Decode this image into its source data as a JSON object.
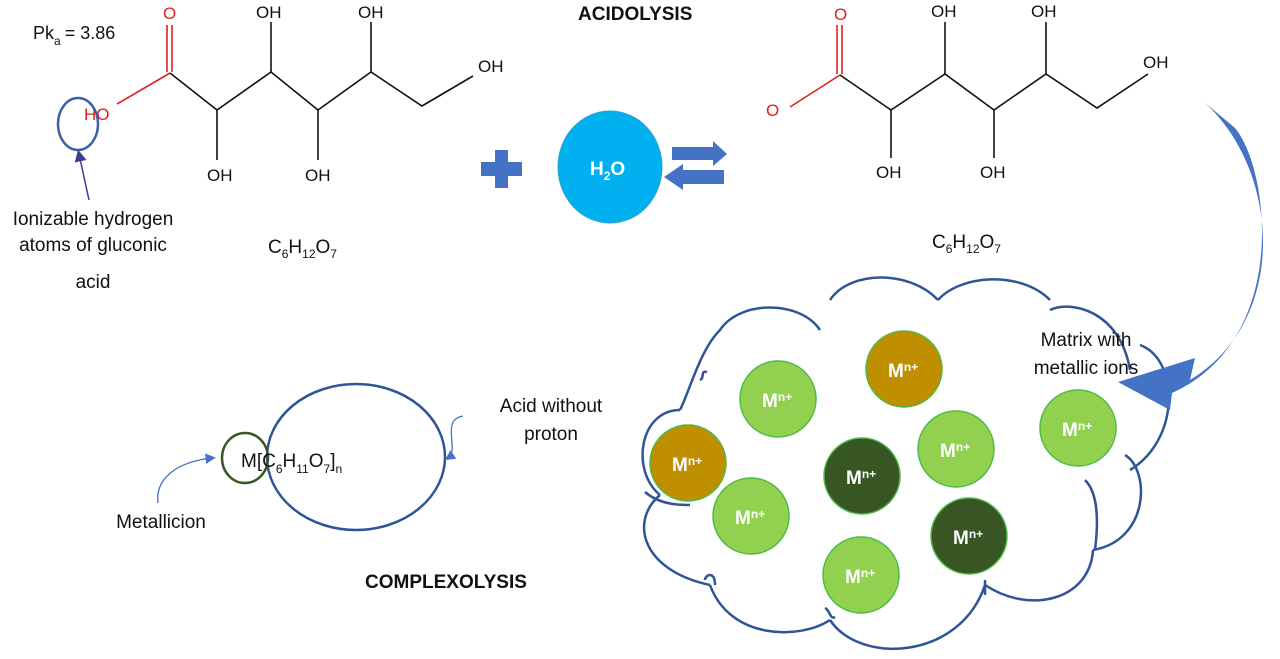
{
  "titles": {
    "acidolysis": "ACIDOLYSIS",
    "complexolysis": "COMPLEXOLYSIS"
  },
  "pka": {
    "prefix": "Pk",
    "sub": "a",
    "value": "= 3.86"
  },
  "molecule_left": {
    "atoms": [
      "O",
      "HO",
      "OH",
      "OH",
      "OH",
      "OH",
      "OH"
    ],
    "formula": {
      "C": "C",
      "c_sub": "6",
      "H": "H",
      "h_sub": "12",
      "O": "O",
      "o_sub": "7"
    }
  },
  "molecule_right": {
    "atoms": [
      "O",
      "O",
      "OH",
      "OH",
      "OH",
      "OH",
      "OH"
    ],
    "formula": {
      "C": "C",
      "c_sub": "6",
      "H": "H",
      "h_sub": "12",
      "O": "O",
      "o_sub": "7"
    }
  },
  "ionizable_label": [
    "Ionizable hydrogen",
    "atoms of gluconic",
    "acid"
  ],
  "plus_symbol": "+",
  "water": {
    "H": "H",
    "sub": "2",
    "O": "O"
  },
  "matrix_label": [
    "Matrix with",
    "metallic ions"
  ],
  "metal_ion": {
    "base": "M",
    "charge": "n+"
  },
  "ions": [
    {
      "kind": "light"
    },
    {
      "kind": "amber"
    },
    {
      "kind": "light"
    },
    {
      "kind": "amber"
    },
    {
      "kind": "dark"
    },
    {
      "kind": "light"
    },
    {
      "kind": "light"
    },
    {
      "kind": "dark"
    },
    {
      "kind": "light"
    }
  ],
  "complex": {
    "formula": {
      "M": "M[C",
      "c_sub": "6",
      "H": "H",
      "h_sub": "11",
      "O": "O",
      "o_sub": "7",
      "close": "]",
      "n_sub": "n"
    },
    "acid_label": [
      "Acid without",
      "proton"
    ],
    "metal_label": "Metallicion"
  },
  "colors": {
    "blue_arrow": "#4472c4",
    "outline_blue": "#2f5597",
    "water": "#00b0f0",
    "ion_light": "#92d050",
    "ion_amber": "#bf8f00",
    "ion_dark": "#375623",
    "acid_red": "#e0201f",
    "metal_ring": "#385723"
  }
}
